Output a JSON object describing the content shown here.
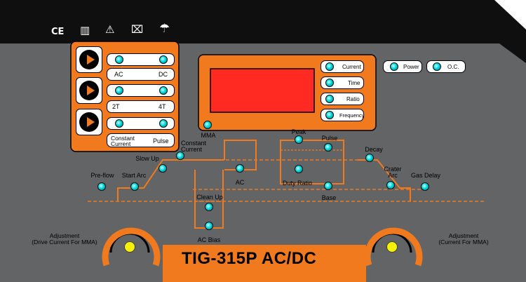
{
  "model": {
    "title": "TIG-315P AC/DC"
  },
  "icons": [
    "ce-mark-icon",
    "barcode-icon",
    "warning-triangle-icon",
    "crossed-bin-icon",
    "umbrella-icon"
  ],
  "icon_glyphs": {
    "ce": "CE",
    "barcode": "▥",
    "warning": "⚠",
    "bin": "⌧",
    "umbrella": "☂"
  },
  "colors": {
    "panel": "#636466",
    "frame": "#0f0f0f",
    "accent": "#f07a1d",
    "led": "#00d8e0",
    "display": "#ff2a22",
    "knob_dot": "#f8f200"
  },
  "selectors": {
    "process": {
      "left": "AC",
      "right": "DC"
    },
    "trigger": {
      "left": "2T",
      "right": "4T"
    },
    "mode": {
      "left": "Constant Current",
      "right": "Pulse"
    }
  },
  "display_buttons": [
    "Current",
    "Time",
    "Ratio",
    "Frequency"
  ],
  "indicators": {
    "power": "Power",
    "oc": "O.C."
  },
  "cycle_labels": {
    "mma": "MMA",
    "pre_flow": "Pre-flow",
    "start_arc": "Start Arc",
    "slow_up": "Slow Up",
    "constant_current": "Constant Current",
    "ac": "AC",
    "clean_up": "Clean Up",
    "ac_bias": "AC Bias",
    "peak": "Peak",
    "pulse": "Pulse",
    "duty_ratio": "Duty Ratio",
    "base": "Base",
    "decay": "Decay",
    "crater_arc": "Crater Arc",
    "gas_delay": "Gas Delay"
  },
  "knobs": {
    "left": {
      "title": "Adjustment",
      "subtitle": "(Drive Current For MMA)"
    },
    "right": {
      "title": "Adjustment",
      "subtitle": "(Current For MMA)"
    }
  }
}
